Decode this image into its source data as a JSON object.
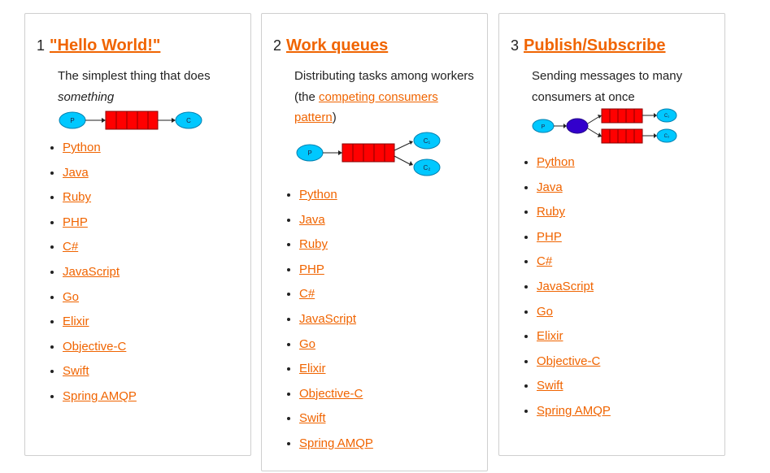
{
  "tutorials": [
    {
      "number": "1",
      "title": "\"Hello World!\"",
      "description": "The simplest thing that does",
      "description_em": "something",
      "links": [
        "Python",
        "Java",
        "Ruby",
        "PHP",
        "C#",
        "JavaScript",
        "Go",
        "Elixir",
        "Objective-C",
        "Swift",
        "Spring AMQP"
      ]
    },
    {
      "number": "2",
      "title": "Work queues",
      "description_pre": "Distributing tasks among workers (the ",
      "description_link": "competing consumers pattern",
      "description_post": ")",
      "links": [
        "Python",
        "Java",
        "Ruby",
        "PHP",
        "C#",
        "JavaScript",
        "Go",
        "Elixir",
        "Objective-C",
        "Swift",
        "Spring AMQP"
      ]
    },
    {
      "number": "3",
      "title": "Publish/Subscribe",
      "description": "Sending messages to many consumers at once",
      "links": [
        "Python",
        "Java",
        "Ruby",
        "PHP",
        "C#",
        "JavaScript",
        "Go",
        "Elixir",
        "Objective-C",
        "Swift",
        "Spring AMQP"
      ]
    }
  ],
  "diagram_labels": {
    "producer": "P",
    "consumer": "C",
    "consumer1": "C₁",
    "consumer2": "C₂"
  },
  "colors": {
    "link": "#f06400",
    "queue": "#ff0000",
    "node": "#00c8ff",
    "exchange": "#3300cc"
  }
}
